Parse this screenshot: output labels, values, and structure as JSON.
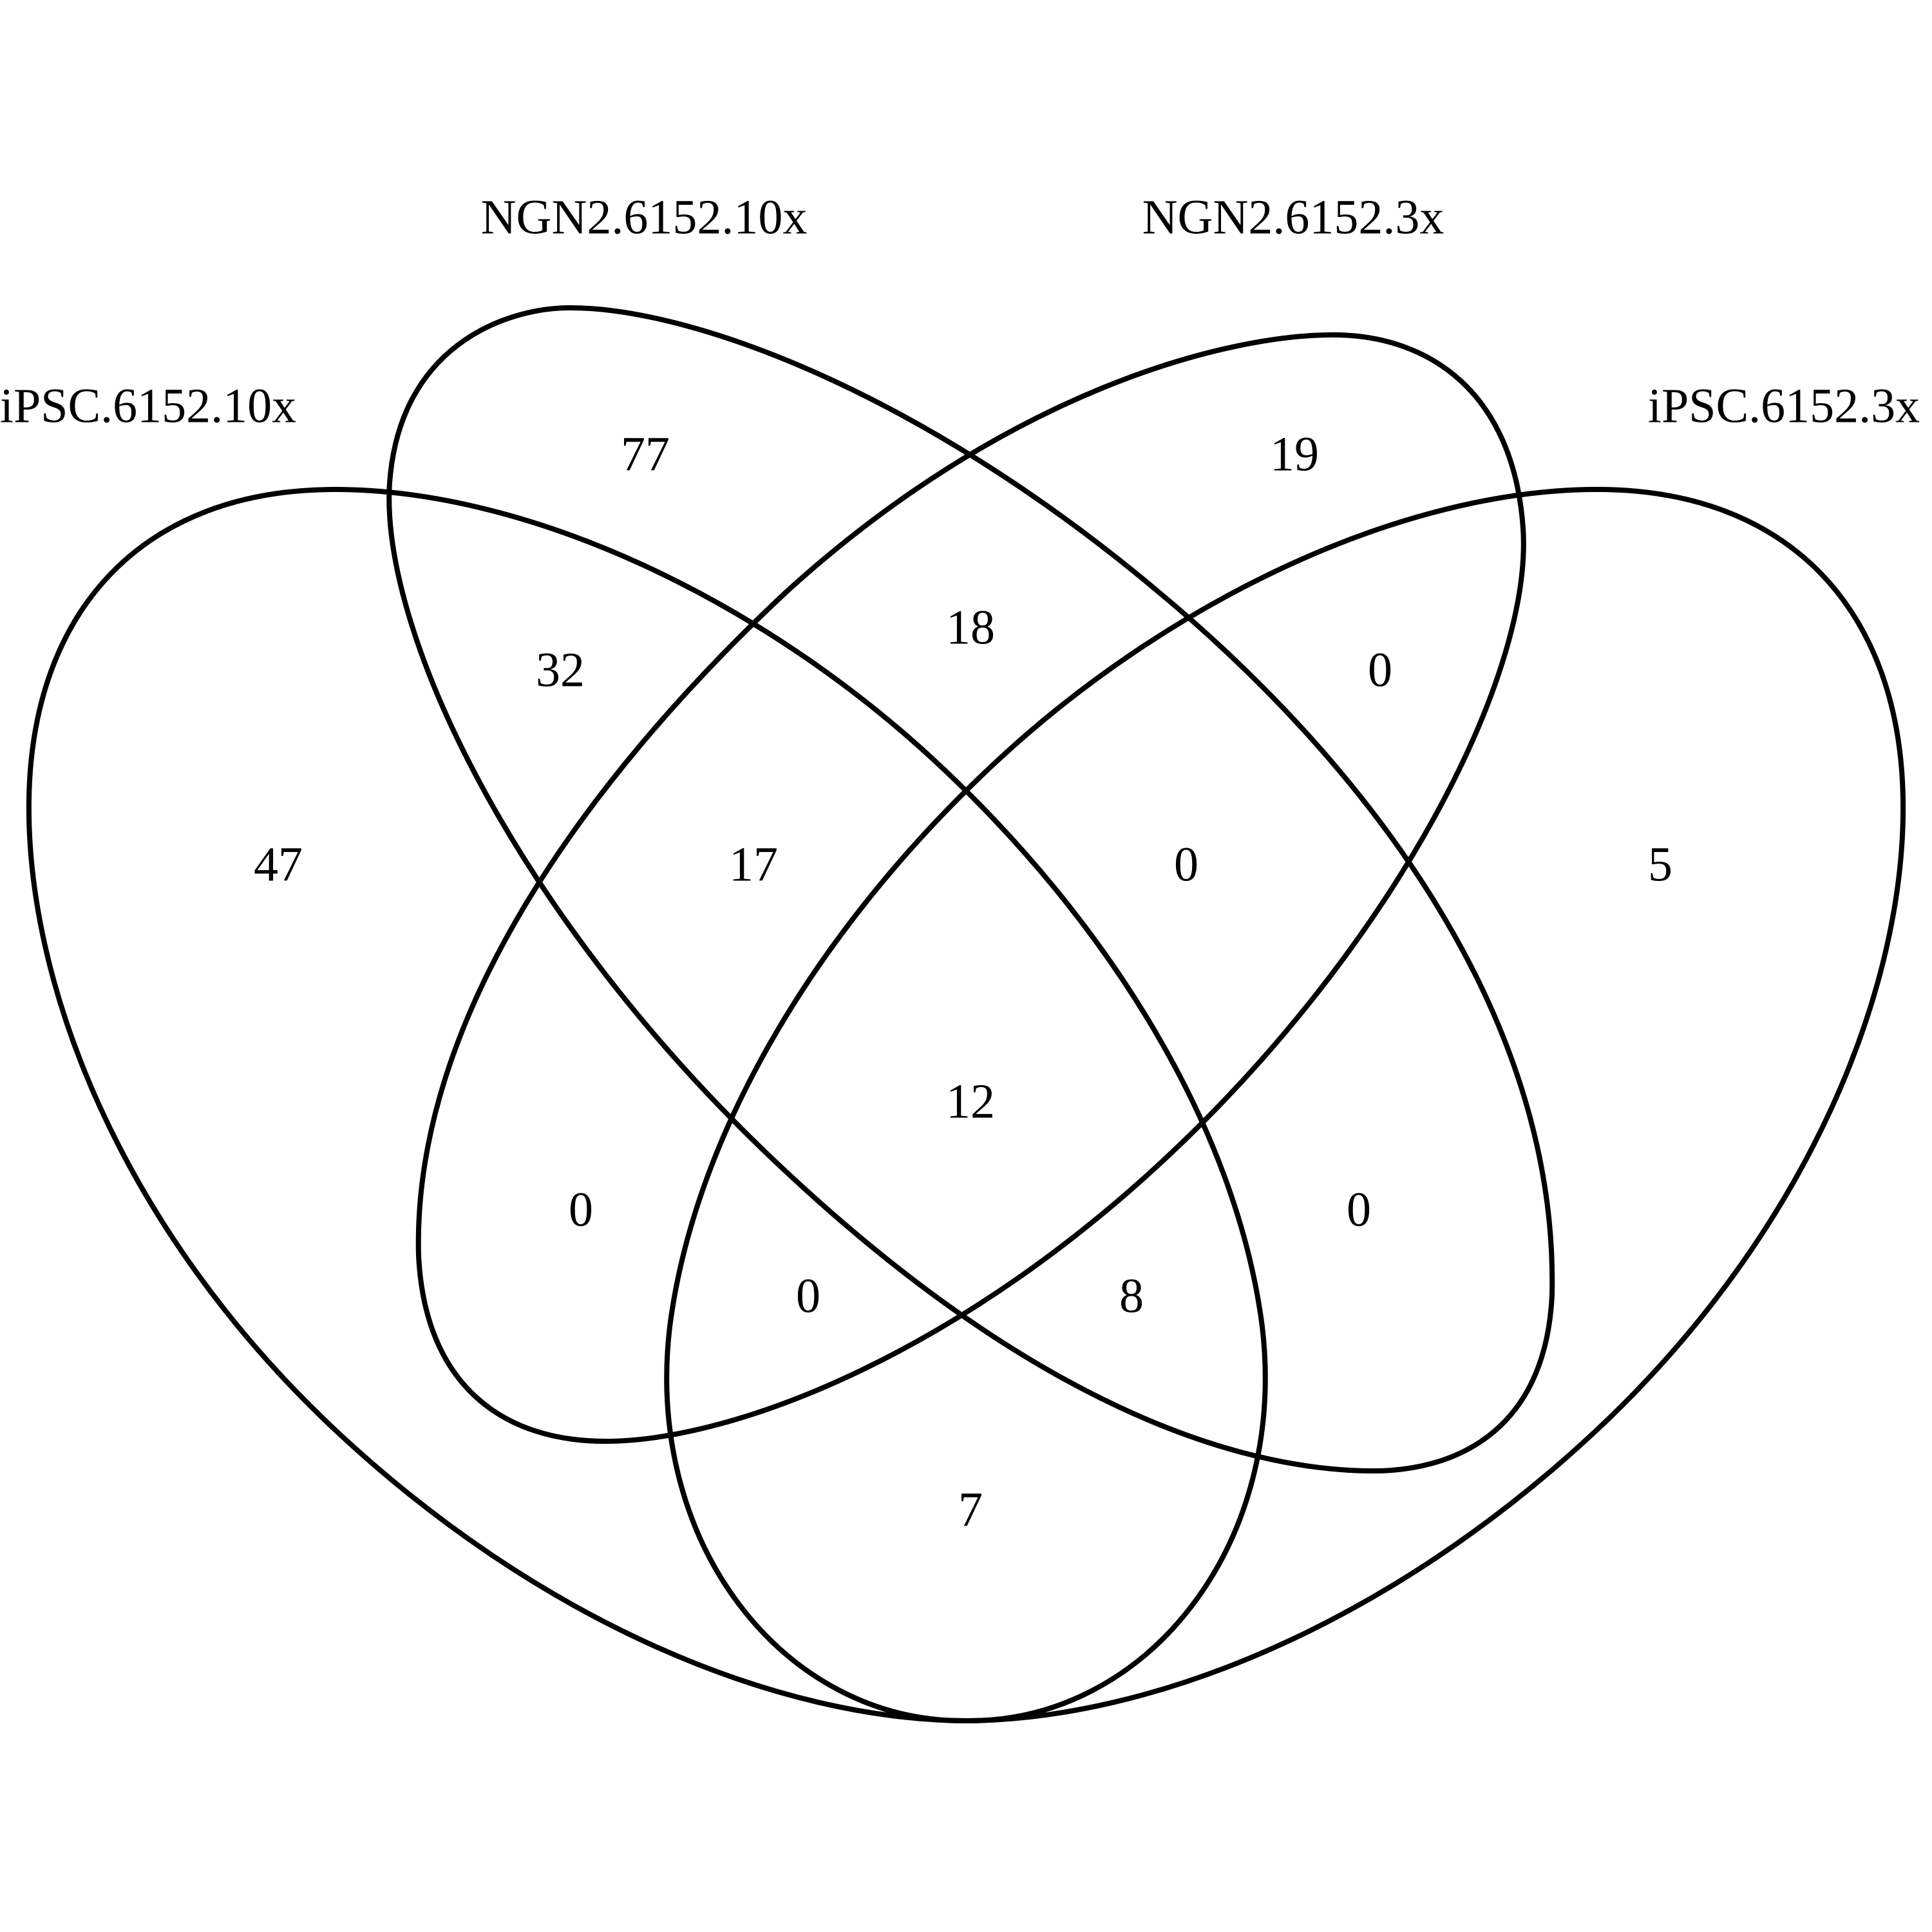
{
  "sets": [
    {
      "id": "A",
      "name": "iPSC.6152.10x"
    },
    {
      "id": "B",
      "name": "NGN2.6152.10x"
    },
    {
      "id": "C",
      "name": "NGN2.6152.3x"
    },
    {
      "id": "D",
      "name": "iPSC.6152.3x"
    }
  ],
  "regions": {
    "A": "47",
    "B": "77",
    "C": "19",
    "D": "5",
    "AB": "32",
    "BC": "18",
    "CD": "0",
    "AC": "0",
    "BD": "0",
    "AD": "7",
    "ABC": "17",
    "BCD": "0",
    "ACD": "0",
    "ABD": "8",
    "ABCD": "12"
  },
  "outline_color": "#000000"
}
